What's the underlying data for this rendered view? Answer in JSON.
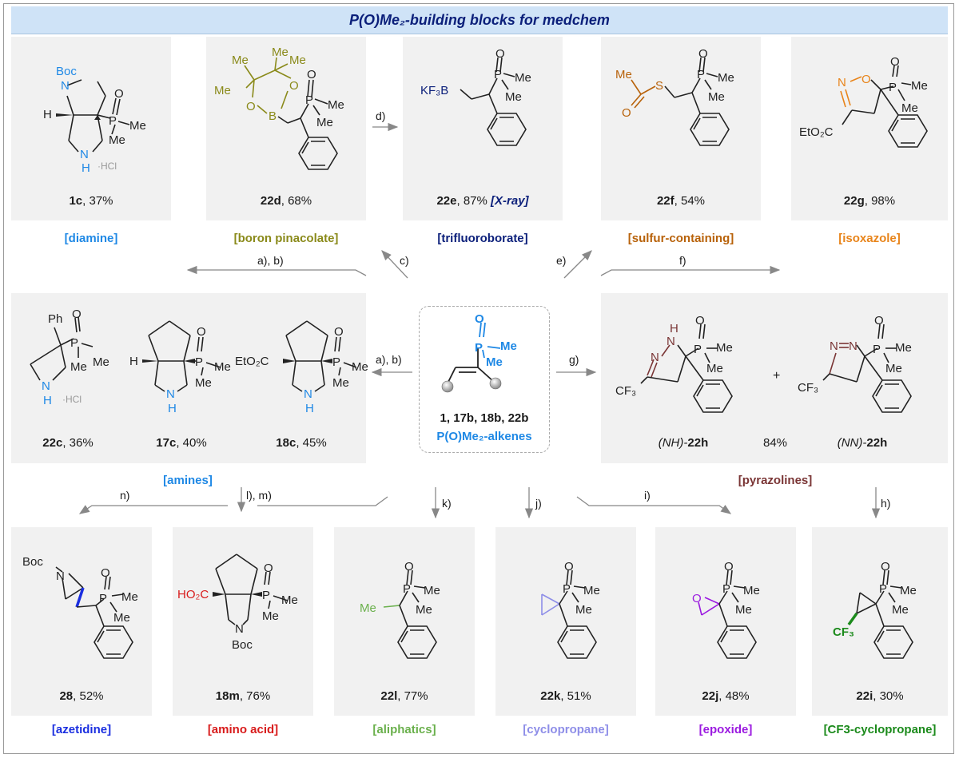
{
  "title": "P(O)Me₂-building blocks for medchem",
  "colors": {
    "title_bg": "#cfe3f7",
    "title_text": "#0b1f7a",
    "diamine": "#1e88e5",
    "boron": "#8a8a1a",
    "trifluoroborate": "#0b1f7a",
    "sulfur": "#b8620a",
    "isoxazole": "#e8841a",
    "amines": "#1e88e5",
    "pyrazolines": "#7a3535",
    "azetidine": "#1a2ee0",
    "amino_acid": "#d81b1b",
    "aliphatics": "#6ab04c",
    "cyclopropane": "#8e8ee8",
    "epoxide": "#9b1ae0",
    "cf3_cyclopropane": "#1b8a1b",
    "arrow": "#888888"
  },
  "top_row": [
    {
      "label": "1c",
      "yield": ", 37%",
      "extra": "",
      "class": "[diamine]"
    },
    {
      "label": "22d",
      "yield": ", 68%",
      "extra": "",
      "class": "[boron pinacolate]"
    },
    {
      "label": "22e",
      "yield": ", 87% ",
      "extra": "[X-ray]",
      "class": "[trifluoroborate]"
    },
    {
      "label": "22f",
      "yield": ", 54%",
      "extra": "",
      "class": "[sulfur-containing]"
    },
    {
      "label": "22g",
      "yield": ", 98%",
      "extra": "",
      "class": "[isoxazole]"
    }
  ],
  "mid_left": [
    {
      "label": "22c",
      "yield": ", 36%"
    },
    {
      "label": "17c",
      "yield": ", 40%"
    },
    {
      "label": "18c",
      "yield": ", 45%"
    }
  ],
  "mid_left_class": "[amines]",
  "center": {
    "compounds_line": "1, 17b, 18b, 22b",
    "name": "P(O)Me₂-alkenes"
  },
  "mid_right": {
    "left_prefix": "(NH)-",
    "left_label": "22h",
    "yield": "84%",
    "right_prefix": "(NN)-",
    "right_label": "22h",
    "plus": "+",
    "class": "[pyrazolines]"
  },
  "bottom_row": [
    {
      "label": "28",
      "yield": ", 52%",
      "class": "[azetidine]"
    },
    {
      "label": "18m",
      "yield": ", 76%",
      "class": "[amino acid]"
    },
    {
      "label": "22l",
      "yield": ", 77%",
      "class": "[aliphatics]"
    },
    {
      "label": "22k",
      "yield": ", 51%",
      "class": "[cyclopropane]"
    },
    {
      "label": "22j",
      "yield": ", 48%",
      "class": "[epoxide]"
    },
    {
      "label": "22i",
      "yield": ", 30%",
      "class": "[CF3-cyclopropane]"
    }
  ],
  "reagents": {
    "ab_top": "a), b)",
    "c": "c)",
    "d": "d)",
    "e": "e)",
    "f": "f)",
    "ab_mid": "a), b)",
    "g": "g)",
    "n": "n)",
    "lm": "l), m)",
    "k": "k)",
    "j": "j)",
    "i": "i)",
    "h": "h)"
  },
  "atoms": {
    "boc": "Boc",
    "n": "N",
    "h": "H",
    "hcl": "·HCl",
    "o": "O",
    "p": "P",
    "me": "Me",
    "me_lead": "Me",
    "b": "B",
    "kf3b": "KF₃B",
    "s": "S",
    "eto2c": "EtO₂C",
    "ph": "Ph",
    "cf3": "CF₃",
    "ho2c": "HO₂C"
  }
}
